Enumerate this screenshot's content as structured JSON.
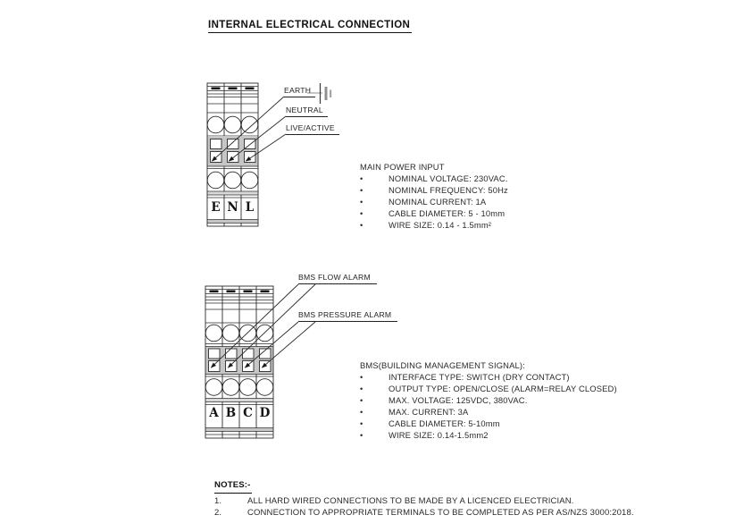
{
  "title": "INTERNAL ELECTRICAL CONNECTION",
  "bullet": "•",
  "main_block": {
    "labels": {
      "earth": "EARTH",
      "neutral": "NEUTRAL",
      "live": "LIVE/ACTIVE"
    },
    "terminals": [
      "E",
      "N",
      "L"
    ]
  },
  "main_power": {
    "heading": "MAIN POWER INPUT",
    "items": [
      "NOMINAL VOLTAGE: 230VAC.",
      "NOMINAL FREQUENCY: 50Hz",
      "NOMINAL CURRENT: 1A",
      "CABLE DIAMETER: 5 - 10mm",
      "WIRE SIZE: 0.14 - 1.5mm²"
    ]
  },
  "bms_block": {
    "labels": {
      "flow": "BMS FLOW ALARM",
      "pressure": "BMS PRESSURE ALARM"
    },
    "terminals": [
      "A",
      "B",
      "C",
      "D"
    ]
  },
  "bms_spec": {
    "heading": "BMS(BUILDING MANAGEMENT SIGNAL):",
    "items": [
      "INTERFACE TYPE: SWITCH (DRY CONTACT)",
      "OUTPUT TYPE: OPEN/CLOSE (ALARM=RELAY CLOSED)",
      "MAX. VOLTAGE: 125VDC, 380VAC.",
      "MAX. CURRENT: 3A",
      "CABLE DIAMETER: 5-10mm",
      "WIRE SIZE: 0.14-1.5mm2"
    ]
  },
  "notes": {
    "heading": "NOTES:-",
    "items": [
      {
        "num": "1.",
        "text": "ALL HARD WIRED CONNECTIONS TO BE MADE BY A LICENCED ELECTRICIAN."
      },
      {
        "num": "2.",
        "text": "CONNECTION TO APPROPRIATE TERMINALS TO BE COMPLETED AS PER AS/NZS 3000:2018."
      }
    ]
  },
  "colors": {
    "line": "#2b2b2b",
    "terminal_band": "#c6c6c6"
  }
}
